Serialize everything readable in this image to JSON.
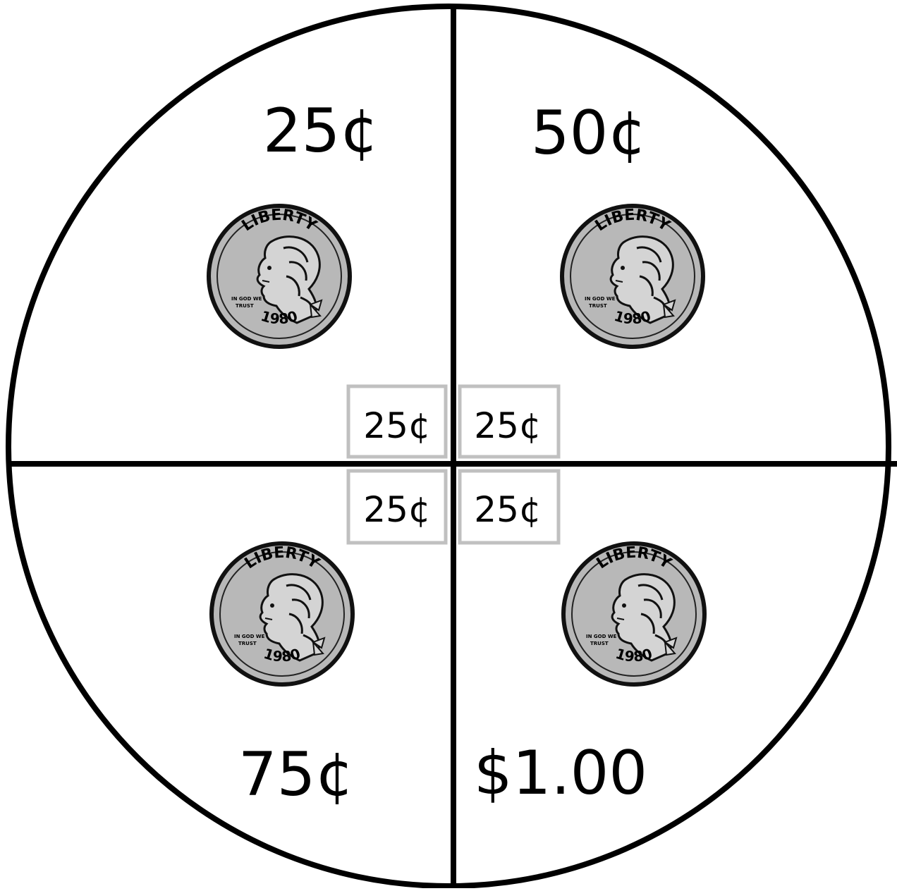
{
  "wheel": {
    "quadrants": [
      {
        "id": "top-left",
        "label": "25¢"
      },
      {
        "id": "top-right",
        "label": "50¢"
      },
      {
        "id": "bottom-left",
        "label": "75¢"
      },
      {
        "id": "bottom-right",
        "label": "$1.00"
      }
    ],
    "center_boxes": [
      {
        "id": "top-left",
        "label": "25¢"
      },
      {
        "id": "top-right",
        "label": "25¢"
      },
      {
        "id": "bottom-left",
        "label": "25¢"
      },
      {
        "id": "bottom-right",
        "label": "25¢"
      }
    ],
    "coin": {
      "word": "LIBERTY",
      "motto_line1": "IN GOD WE",
      "motto_line2": "TRUST",
      "year": "1980"
    }
  },
  "colors": {
    "line": "#000000",
    "box_border": "#c0c0c0",
    "coin_fill": "#b8b8b8",
    "coin_edge": "#1a1a1a",
    "background": "#ffffff"
  }
}
